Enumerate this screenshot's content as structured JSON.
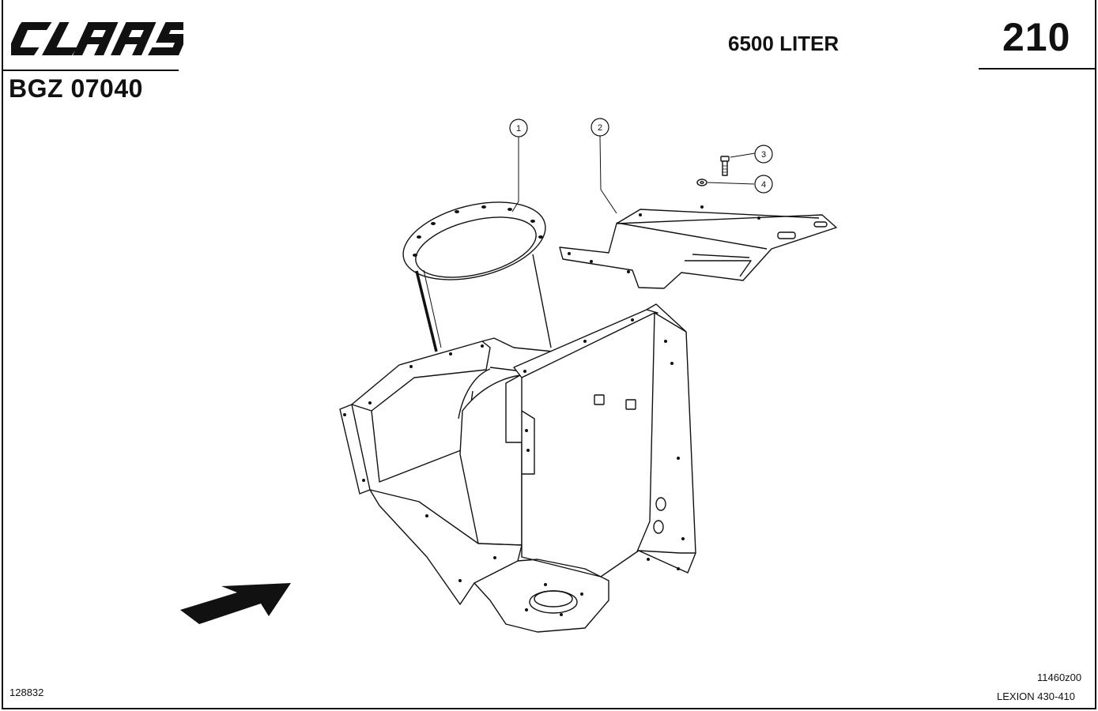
{
  "header": {
    "brand": "CLAAS",
    "model_code": "BGZ 07040",
    "capacity": "6500 LITER",
    "page_number": "210"
  },
  "callouts": [
    "1",
    "2",
    "3",
    "4"
  ],
  "footer": {
    "left_code": "128832",
    "drawing_ref": "11460z00",
    "model_range": "LEXION 430-410"
  },
  "colors": {
    "line": "#111111",
    "background": "#ffffff"
  },
  "icons": {
    "direction_arrow": "arrow-right-icon",
    "logo": "claas-logo"
  }
}
